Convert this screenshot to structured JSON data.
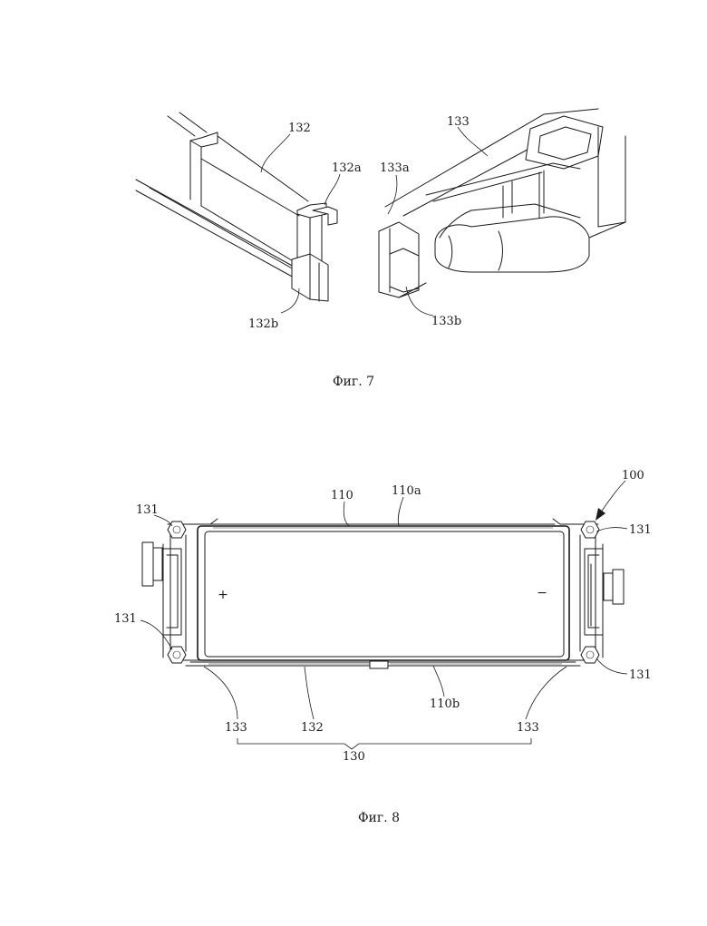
{
  "figure7": {
    "caption": "Фиг. 7",
    "labels": {
      "l132": "132",
      "l132a": "132a",
      "l132b": "132b",
      "l133": "133",
      "l133a": "133a",
      "l133b": "133b"
    }
  },
  "figure8": {
    "caption": "Фиг. 8",
    "labels": {
      "l100": "100",
      "l110": "110",
      "l110a": "110a",
      "l110b": "110b",
      "l131_tl": "131",
      "l131_tr": "131",
      "l131_bl": "131",
      "l131_br": "131",
      "l133_l": "133",
      "l132": "132",
      "l133_r": "133",
      "l130": "130",
      "plus": "+",
      "minus": "−"
    }
  }
}
